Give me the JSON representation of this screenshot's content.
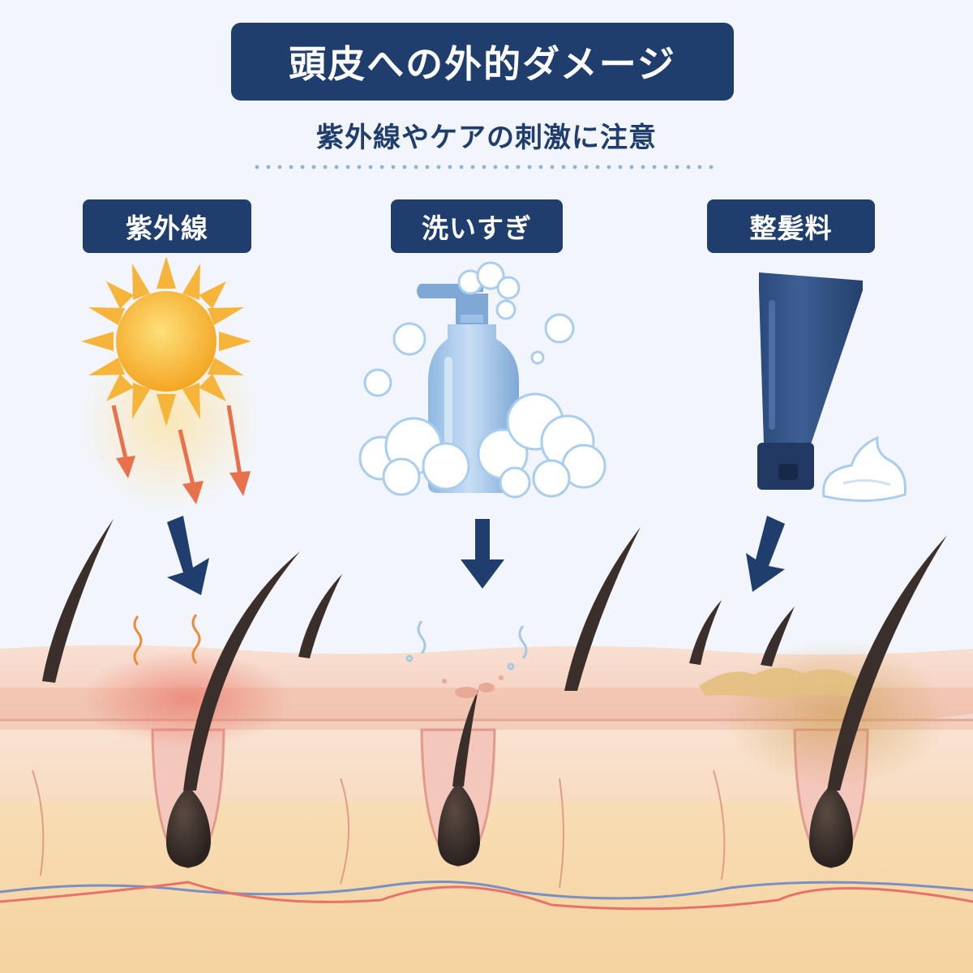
{
  "header": {
    "title": "頭皮への外的ダメージ",
    "subtitle": "紫外線やケアの刺激に注意"
  },
  "categories": [
    {
      "id": "uv",
      "label": "紫外線",
      "icon": "sun-icon"
    },
    {
      "id": "wash",
      "label": "洗いすぎ",
      "icon": "shampoo-bottle-icon"
    },
    {
      "id": "styling",
      "label": "整髪料",
      "icon": "styling-tube-icon"
    }
  ],
  "colors": {
    "navy": "#1f3e6e",
    "sun": "#f6b53a",
    "uv_arrow": "#e8704a",
    "skin": "#f7d9c9",
    "inflammation": "#ec8a7c",
    "residue": "#d9b26e",
    "bottle": "#a9ccec"
  }
}
